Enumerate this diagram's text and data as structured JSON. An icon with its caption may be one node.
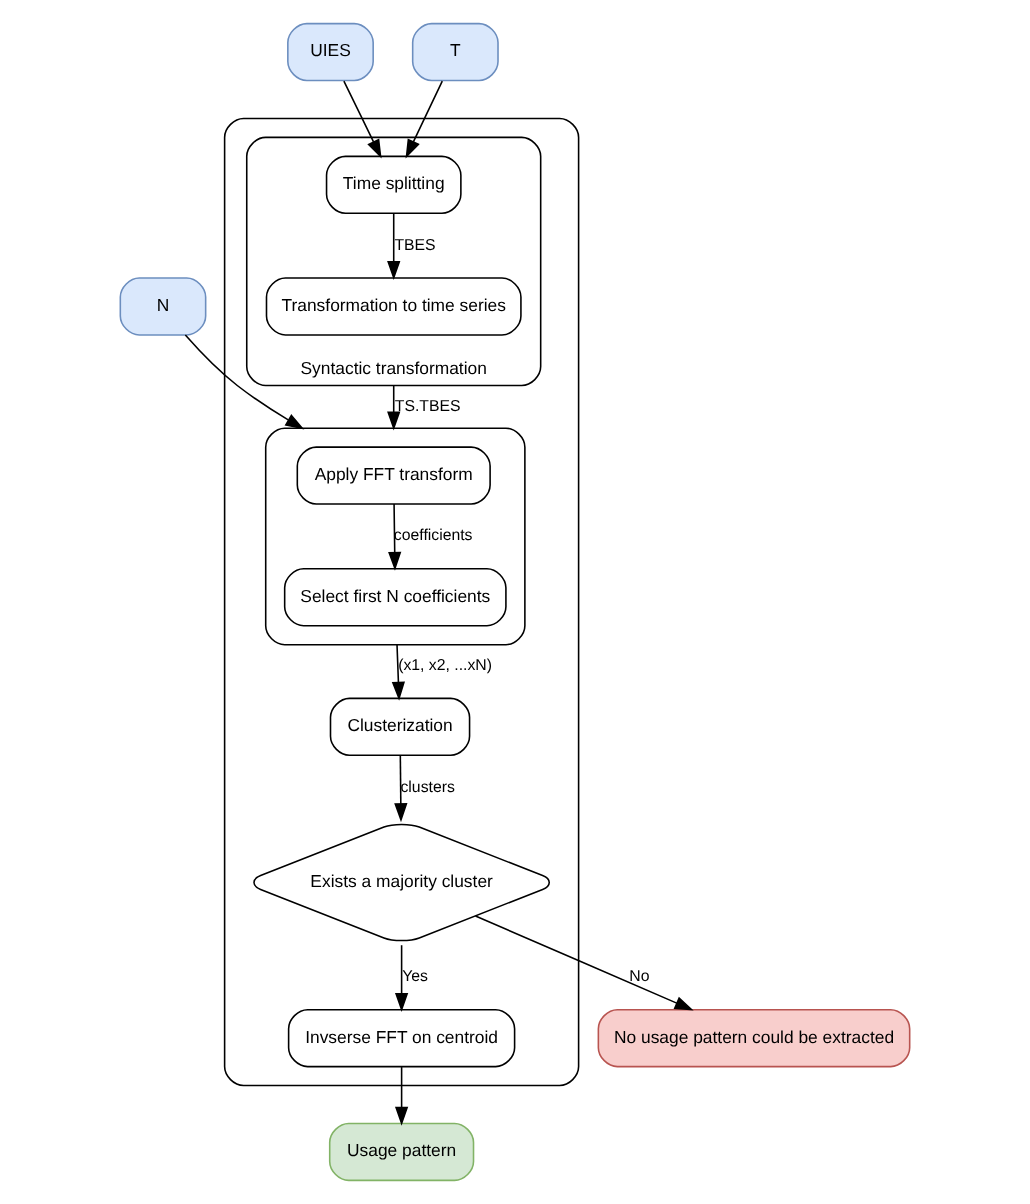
{
  "diagram": {
    "nodes": [
      {
        "text": [],
        "shape": "box"
      },
      {
        "text": [
          "Syntactic transformation"
        ],
        "in": 0
      },
      {
        "text": [
          "Time splitting"
        ],
        "in": 1
      },
      {
        "text": [
          "Transformation to time series"
        ],
        "in": 1
      },
      {
        "text": [],
        "shape": "box",
        "in": 0
      },
      {
        "text": [
          "Apply FFT transform"
        ],
        "in": 4
      },
      {
        "text": [
          "Select first N coefficients"
        ],
        "in": 4
      },
      {
        "text": [
          "Clusterization"
        ],
        "in": 0
      },
      {
        "text": [
          "Exists a majority cluster"
        ],
        "in": 0
      },
      {
        "text": [
          "Invserse FFT on centroid"
        ],
        "in": 0
      },
      {
        "text": [
          "UIES"
        ]
      },
      {
        "text": [
          "T"
        ]
      },
      {
        "text": [
          "N"
        ]
      },
      {
        "text": [
          "No usage pattern could be extracted"
        ]
      },
      {
        "text": [
          "Usage pattern"
        ]
      }
    ],
    "edges": [
      {
        "from": 10,
        "to": 2,
        "arrow": "to"
      },
      {
        "from": 11,
        "to": 2,
        "arrow": "to"
      },
      {
        "from": 2,
        "to": 3,
        "arrow": "to",
        "label": "TBES"
      },
      {
        "from": 1,
        "to": 4,
        "arrow": "to",
        "label": "TS.TBES"
      },
      {
        "from": 12,
        "to": 4,
        "arrow": "to"
      },
      {
        "from": 5,
        "to": 6,
        "arrow": "to",
        "label": "coefficients"
      },
      {
        "from": 4,
        "to": 7,
        "arrow": "to",
        "label": "(x1, x2, ...xN)"
      },
      {
        "from": 7,
        "to": 8,
        "arrow": "to",
        "label": "clusters"
      },
      {
        "from": 8,
        "to": 13,
        "arrow": "to",
        "label": "No"
      },
      {
        "from": 8,
        "to": 9,
        "arrow": "to",
        "label": "Yes"
      },
      {
        "from": 9,
        "to": 14,
        "arrow": "to"
      }
    ]
  }
}
